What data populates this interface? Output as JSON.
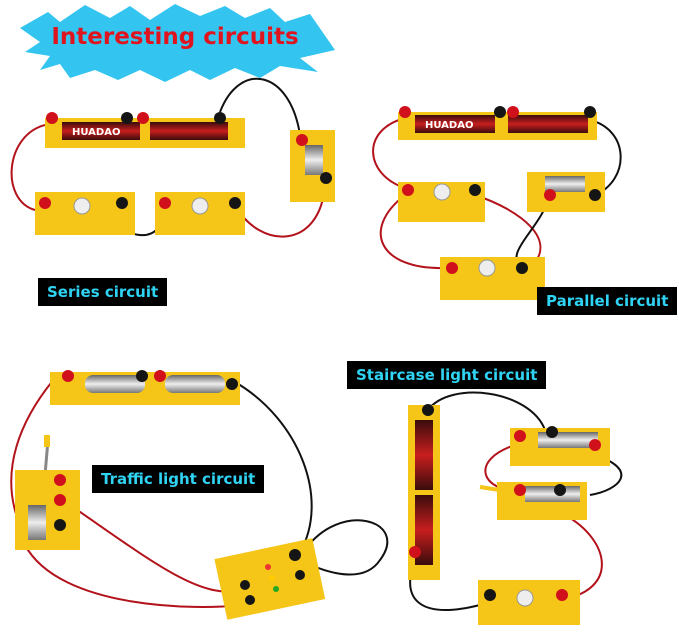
{
  "title": "Interesting circuits",
  "brand": "HUADAO",
  "labels": {
    "series": "Series circuit",
    "parallel": "Parallel circuit",
    "traffic": "Traffic light circuit",
    "staircase": "Staircase light circuit"
  },
  "colors": {
    "title_text": "#e0141e",
    "burst": "#33c4f0",
    "label_bg": "#000000",
    "label_text": "#2fd3f3",
    "board": "#f5c518",
    "terminal_red": "#d0101a",
    "terminal_black": "#151515",
    "wire_red": "#b3121b",
    "wire_black": "#111111"
  }
}
